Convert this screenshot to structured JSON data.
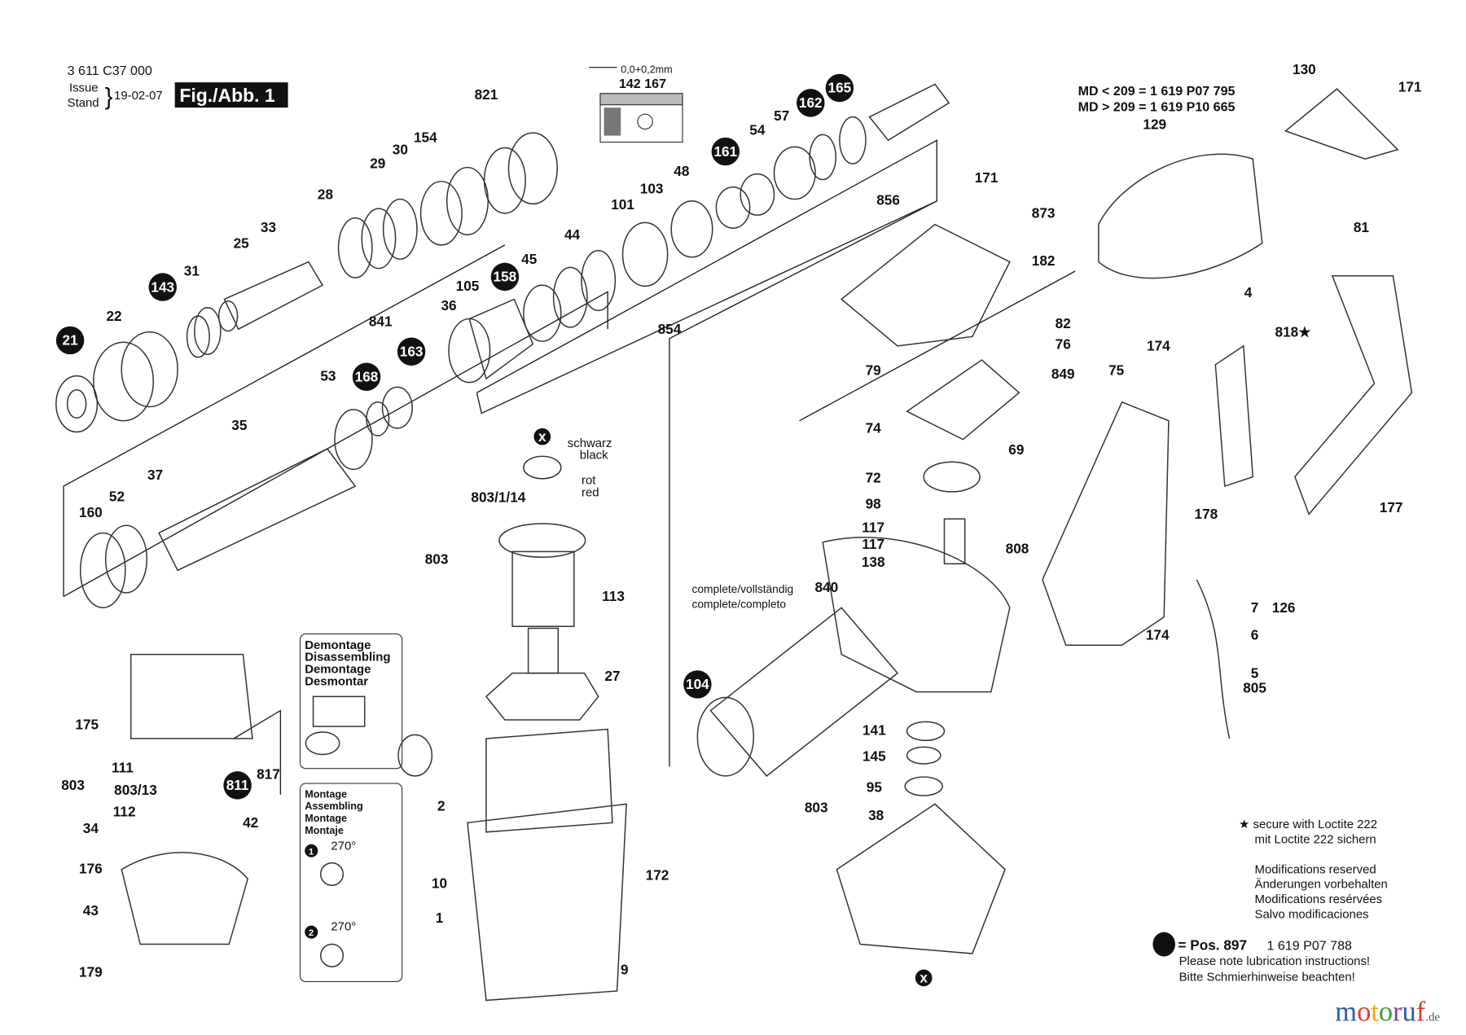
{
  "header": {
    "part_number": "3 611 C37 000",
    "issue_label": "Issue",
    "stand_label": "Stand",
    "date": "19-02-07",
    "figure": "Fig./Abb. 1"
  },
  "detail_inset": {
    "tolerance": "0,0+0,2mm",
    "parts": "142 167"
  },
  "md_note": {
    "line1": "MD < 209 = 1 619 P07 795",
    "line2": "MD > 209 = 1 619 P10 665"
  },
  "complete_note": {
    "line1": "complete/vollständig",
    "line2": "complete/completo"
  },
  "bearing_note": {
    "marker": "x",
    "black_de": "schwarz",
    "black_en": "black",
    "red_de": "rot",
    "red_en": "red"
  },
  "disassembly_box": {
    "lines": [
      "Demontage",
      "Disassembling",
      "Demontage",
      "Desmontar"
    ]
  },
  "assembly_box": {
    "lines": [
      "Montage",
      "Assembling",
      "Montage",
      "Montaje"
    ],
    "step1": "1",
    "step2": "2",
    "angle": "270°"
  },
  "part_labels": [
    {
      "n": "821"
    },
    {
      "n": "154"
    },
    {
      "n": "30"
    },
    {
      "n": "29"
    },
    {
      "n": "28"
    },
    {
      "n": "33"
    },
    {
      "n": "25"
    },
    {
      "n": "31"
    },
    {
      "n": "143",
      "lube": true
    },
    {
      "n": "22"
    },
    {
      "n": "21",
      "lube": true
    },
    {
      "n": "165",
      "lube": true
    },
    {
      "n": "162",
      "lube": true
    },
    {
      "n": "57"
    },
    {
      "n": "54"
    },
    {
      "n": "161",
      "lube": true
    },
    {
      "n": "48"
    },
    {
      "n": "103"
    },
    {
      "n": "101"
    },
    {
      "n": "44"
    },
    {
      "n": "45"
    },
    {
      "n": "158",
      "lube": true
    },
    {
      "n": "105"
    },
    {
      "n": "36"
    },
    {
      "n": "856"
    },
    {
      "n": "854"
    },
    {
      "n": "841"
    },
    {
      "n": "163",
      "lube": true
    },
    {
      "n": "168",
      "lube": true
    },
    {
      "n": "53"
    },
    {
      "n": "35"
    },
    {
      "n": "37"
    },
    {
      "n": "52"
    },
    {
      "n": "160"
    },
    {
      "n": "803/1/14"
    },
    {
      "n": "803"
    },
    {
      "n": "113"
    },
    {
      "n": "27"
    },
    {
      "n": "2"
    },
    {
      "n": "10"
    },
    {
      "n": "1"
    },
    {
      "n": "172"
    },
    {
      "n": "9"
    },
    {
      "n": "175"
    },
    {
      "n": "111"
    },
    {
      "n": "803"
    },
    {
      "n": "803/13"
    },
    {
      "n": "112"
    },
    {
      "n": "811",
      "lube": true
    },
    {
      "n": "817"
    },
    {
      "n": "42"
    },
    {
      "n": "34"
    },
    {
      "n": "176"
    },
    {
      "n": "43"
    },
    {
      "n": "179"
    },
    {
      "n": "130"
    },
    {
      "n": "171"
    },
    {
      "n": "129"
    },
    {
      "n": "171"
    },
    {
      "n": "873"
    },
    {
      "n": "182"
    },
    {
      "n": "81"
    },
    {
      "n": "82"
    },
    {
      "n": "76"
    },
    {
      "n": "849"
    },
    {
      "n": "79"
    },
    {
      "n": "74"
    },
    {
      "n": "4"
    },
    {
      "n": "818★"
    },
    {
      "n": "174"
    },
    {
      "n": "75"
    },
    {
      "n": "69"
    },
    {
      "n": "72"
    },
    {
      "n": "98"
    },
    {
      "n": "117"
    },
    {
      "n": "117"
    },
    {
      "n": "138"
    },
    {
      "n": "178"
    },
    {
      "n": "177"
    },
    {
      "n": "808"
    },
    {
      "n": "840"
    },
    {
      "n": "7"
    },
    {
      "n": "126"
    },
    {
      "n": "174"
    },
    {
      "n": "6"
    },
    {
      "n": "5"
    },
    {
      "n": "805"
    },
    {
      "n": "104",
      "lube": true
    },
    {
      "n": "141"
    },
    {
      "n": "145"
    },
    {
      "n": "95"
    },
    {
      "n": "803"
    },
    {
      "n": "38"
    },
    {
      "n": "x",
      "lube": true
    }
  ],
  "notes": {
    "loctite_en": "secure with Loctite 222",
    "loctite_de": "mit Loctite 222 sichern",
    "mods": [
      "Modifications reserved",
      "Änderungen vorbehalten",
      "Modifications resérvées",
      "Salvo modificaciones"
    ],
    "lube_pos": "= Pos. 897",
    "lube_part": "1 619 P07 788",
    "lube_en": "Please note lubrication instructions!",
    "lube_de": "Bitte Schmierhinweise beachten!"
  },
  "watermark": {
    "text": "motoruf",
    "suffix": ".de",
    "colors": [
      "#2a5caa",
      "#e23b2e",
      "#f2a900",
      "#3aa23a",
      "#8b3fa0"
    ]
  }
}
